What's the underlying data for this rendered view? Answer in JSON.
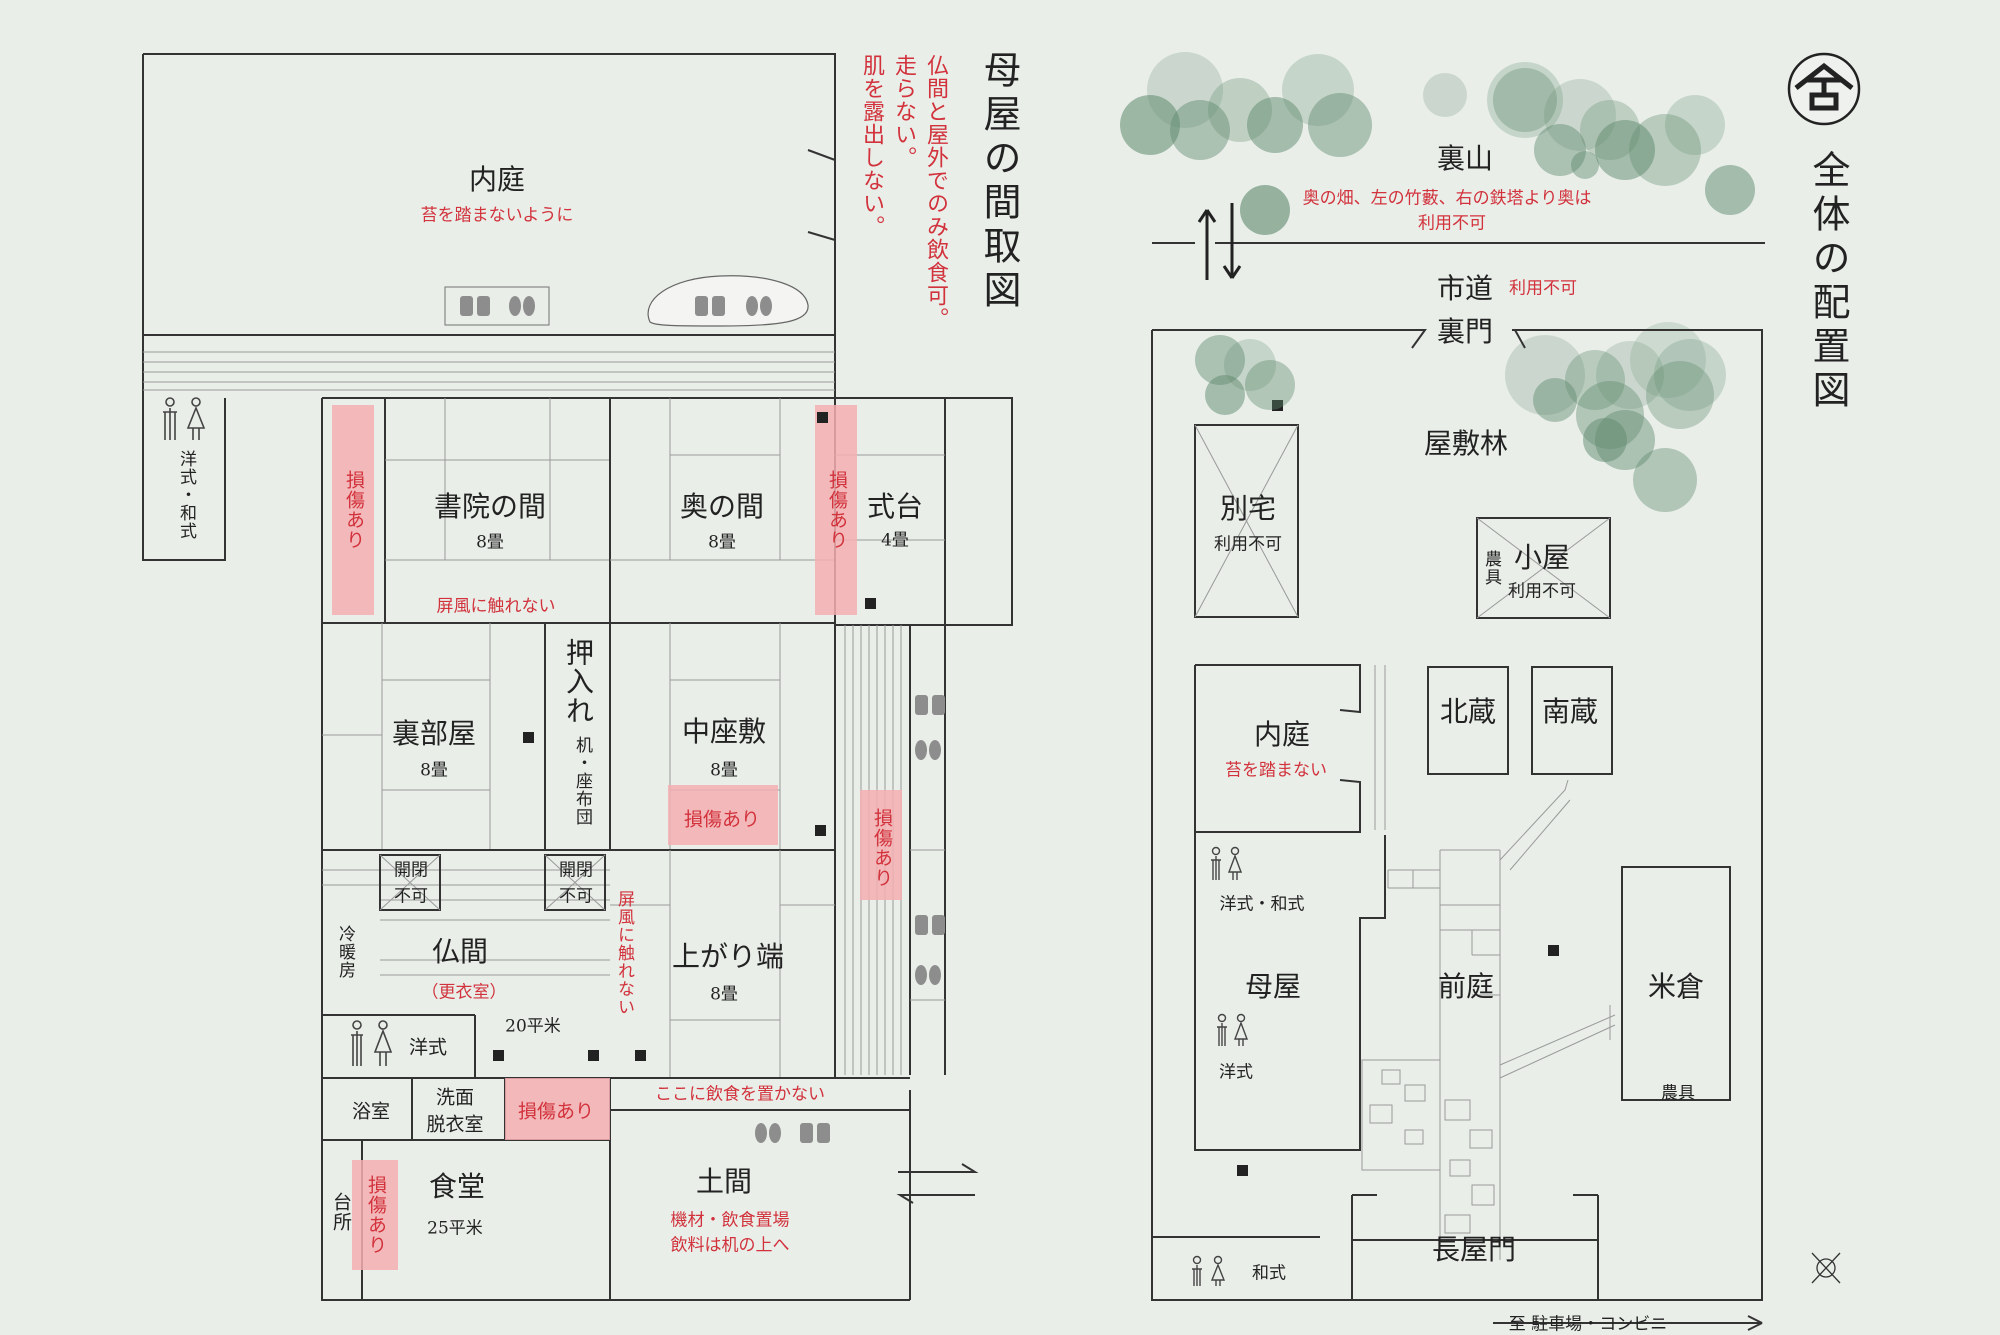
{
  "left": {
    "title": "母屋の間取図",
    "notes": [
      "仏間と屋外でのみ飲食可。",
      "走らない。",
      "肌を露出しない。"
    ],
    "rooms": {
      "naitei": {
        "name": "内庭",
        "note": "苔を踏まないように"
      },
      "toilet": {
        "name": "洋式・和式"
      },
      "shoin": {
        "name": "書院の間",
        "size": "8畳",
        "note": "屏風に触れない"
      },
      "oku": {
        "name": "奥の間",
        "size": "8畳"
      },
      "shikidai": {
        "name": "式台",
        "size": "4畳"
      },
      "urabeya": {
        "name": "裏部屋",
        "size": "8畳"
      },
      "oshiire": {
        "name": "押入れ",
        "sub": "机・座布団"
      },
      "nakazashiki": {
        "name": "中座敷",
        "size": "8畳"
      },
      "butsuma": {
        "name": "仏間",
        "sub": "（更衣室）",
        "size": "20平米",
        "side": "冷暖房"
      },
      "agari": {
        "name": "上がり端",
        "size": "8畳"
      },
      "w_toilet": {
        "name": "洋式"
      },
      "yokushitsu": {
        "name": "浴室"
      },
      "senmen": {
        "name": "洗面",
        "sub": "脱衣室"
      },
      "shokudo": {
        "name": "食堂",
        "size": "25平米"
      },
      "daidokoro": {
        "name": "台所"
      },
      "doma": {
        "name": "土間",
        "note1": "機材・飲食置場",
        "note2": "飲料は机の上へ"
      }
    },
    "damage": "損傷あり",
    "no_open": [
      "開閉",
      "不可"
    ],
    "byobu_note": "屏風に触れない",
    "no_food": "ここに飲食を置かない"
  },
  "right": {
    "title": "全体の配置図",
    "urayama": {
      "name": "裏山",
      "note1": "奥の畑、左の竹藪、右の鉄塔より奥は",
      "note2": "利用不可"
    },
    "ichimichi": {
      "name": "市道",
      "note": "利用不可"
    },
    "uramon": "裏門",
    "yashikirin": "屋敷林",
    "betsutaku": {
      "name": "別宅",
      "note": "利用不可"
    },
    "koya": {
      "name": "小屋",
      "note": "利用不可",
      "side": "農具"
    },
    "naitei": {
      "name": "内庭",
      "note": "苔を踏まない"
    },
    "kitagura": "北蔵",
    "minamigura": "南蔵",
    "toilet": "洋式・和式",
    "omoya": {
      "name": "母屋",
      "sub": "洋式"
    },
    "maeniwa": "前庭",
    "komegura": {
      "name": "米倉",
      "note": "農具"
    },
    "nagayamon": "長屋門",
    "washiki": "和式",
    "direction": "至 駐車場・コンビニ"
  },
  "colors": {
    "background": "#e9eee9",
    "accent": "#d2323c",
    "damage": "#f4aeb0",
    "tree": "#5f8a6e"
  }
}
